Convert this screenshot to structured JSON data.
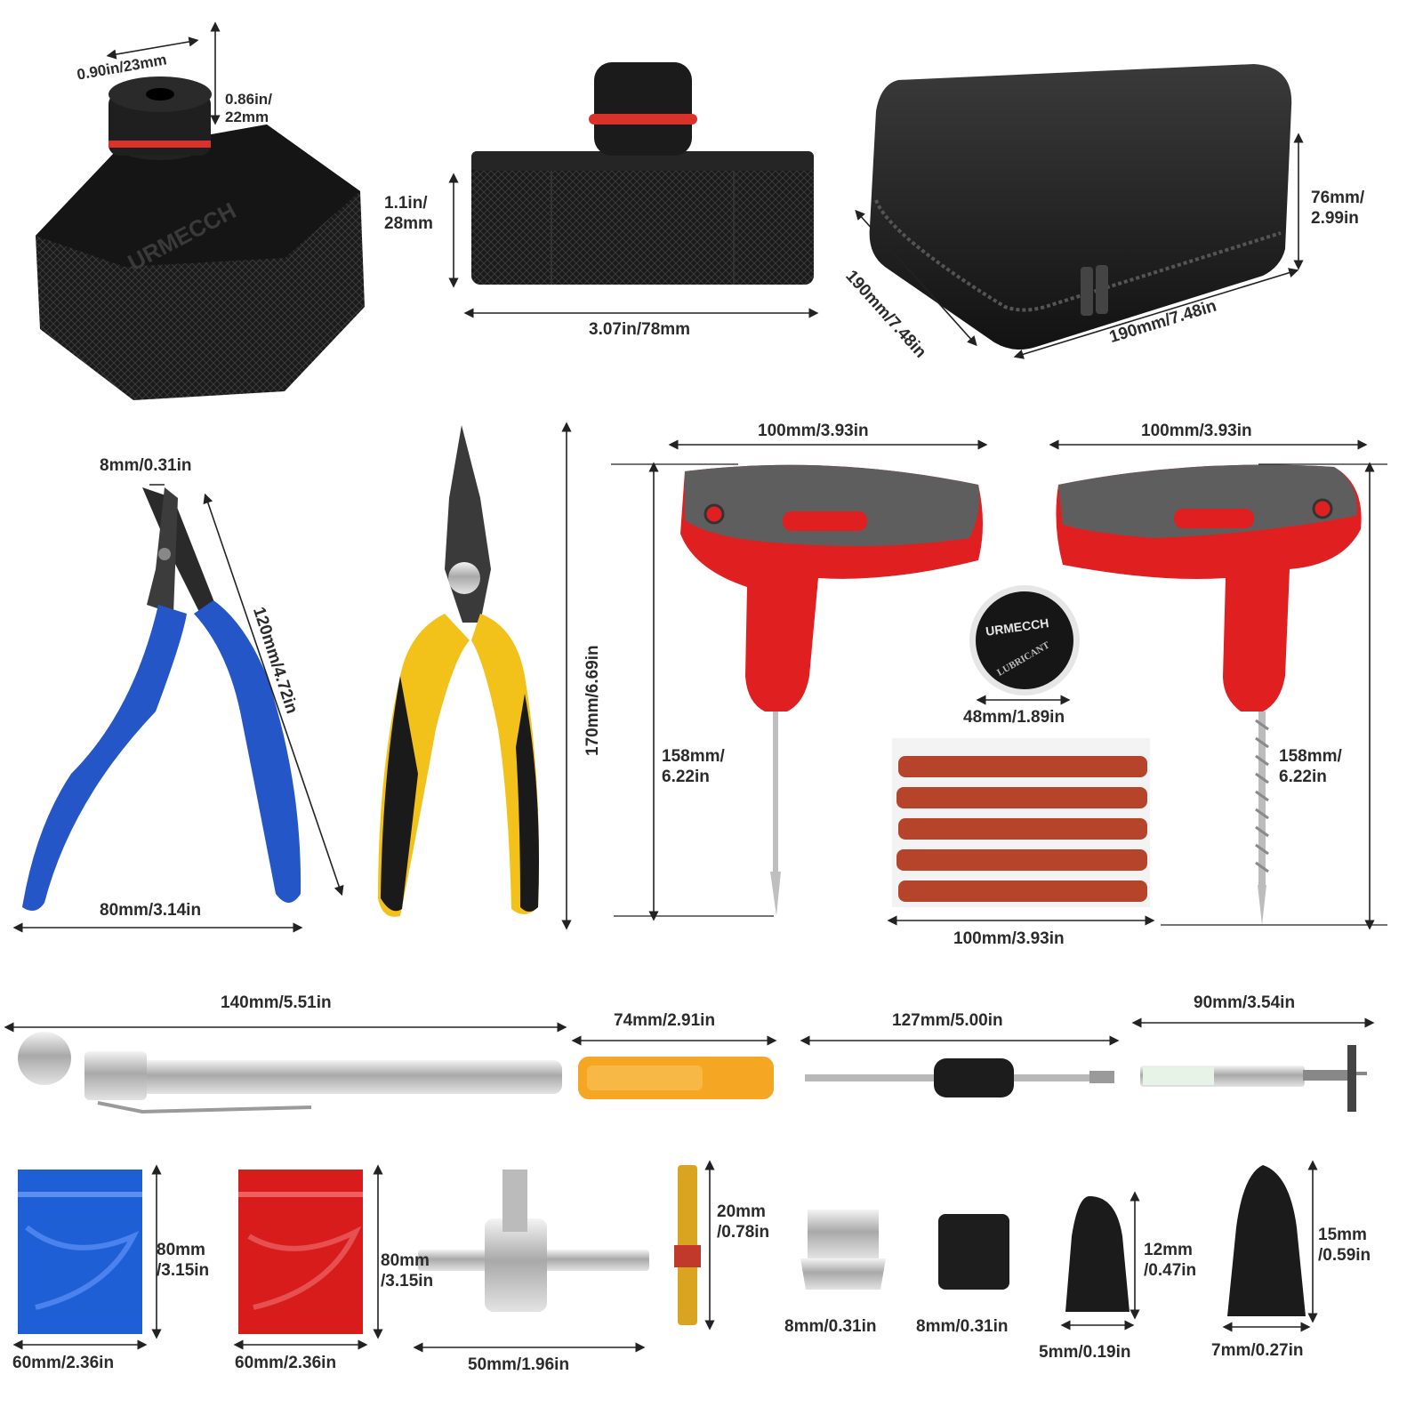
{
  "brand": "URMECCH",
  "lubricant_label": "LUBRICANT",
  "colors": {
    "tool_black": "#1c1c1c",
    "handle_red": "#e02020",
    "handle_gray": "#5e5e5e",
    "cutter_blue": "#2456c8",
    "plier_yellow": "#f2c21a",
    "screwdriver_orange": "#f5a623",
    "bag_blue": "#1f5fd6",
    "bag_red": "#d81c1c",
    "plug_strip": "#b5442a",
    "metal": "#c8c8c8",
    "brass": "#d9a520"
  },
  "labels": {
    "jack_pad_top_width": "0.90in/23mm",
    "jack_pad_top_height_1": "0.86in/",
    "jack_pad_top_height_2": "22mm",
    "jack_pad_height_1": "1.1in/",
    "jack_pad_height_2": "28mm",
    "jack_pad_width": "3.07in/78mm",
    "case_depth": "190mm/7.48in",
    "case_width": "190mm/7.48in",
    "case_height_1": "76mm/",
    "case_height_2": "2.99in",
    "cutter_tip": "8mm/0.31in",
    "cutter_length": "120mm/4.72in",
    "cutter_width": "80mm/3.14in",
    "pliers_length": "170mm/6.69in",
    "needle_tool_width": "100mm/3.93in",
    "needle_tool_height_1": "158mm/",
    "needle_tool_height_2": "6.22in",
    "rasp_tool_width": "100mm/3.93in",
    "rasp_tool_height_1": "158mm/",
    "rasp_tool_height_2": "6.22in",
    "lubricant_width": "48mm/1.89in",
    "plug_strips_width": "100mm/3.93in",
    "gauge_length": "140mm/5.51in",
    "short_screwdriver_length": "74mm/2.91in",
    "screwdriver_length": "127mm/5.00in",
    "tread_gauge_length": "90mm/3.54in",
    "blue_bag_height_1": "80mm",
    "blue_bag_height_2": "/3.15in",
    "blue_bag_width": "60mm/2.36in",
    "red_bag_height_1": "80mm",
    "red_bag_height_2": "/3.15in",
    "red_bag_width": "60mm/2.36in",
    "valve_tool_width": "50mm/1.96in",
    "valve_core_height_1": "20mm",
    "valve_core_height_2": "/0.78in",
    "metal_cap_width": "8mm/0.31in",
    "black_cap_width": "8mm/0.31in",
    "small_nail_height_1": "12mm",
    "small_nail_height_2": "/0.47in",
    "small_nail_width": "5mm/0.19in",
    "large_nail_height_1": "15mm",
    "large_nail_height_2": "/0.59in",
    "large_nail_width": "7mm/0.27in"
  }
}
